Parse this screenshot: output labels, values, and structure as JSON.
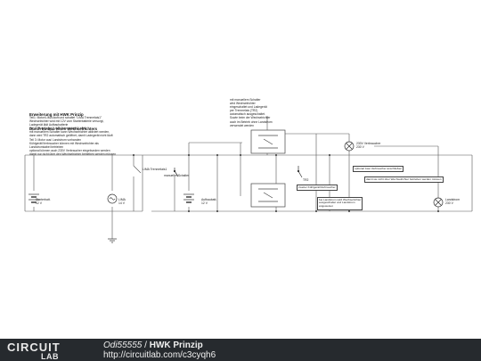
{
  "notes": {
    "title_line1": "Erweiterung mit HWK Prinzip",
    "title_line2": "Durch Einbau eines Wechselrichters",
    "description": "Teil1: Motor/LIMA läuft und schaltet \"LIMA Trennrelais1\"\nWechselrichter wird mit 12V vom Starterbatterie versorgt,\nLadegerät lädt Aufbaubatterie\nTeil 2: Motor aus/ \"LIMA Trennrelais 1\" offen\nmit manuellem Schalter kann Wechselrichter aktiviert werden,\ndann wird TR2 automatisch geöffnet, damit Ladegerät nicht läuft\nTeil 3: Motor aus/ Landstrom vorhanden\nKühlgerät/Verbraucher können mit Wechselrichter als\nLandstromkabel betrieben\noptional können auch 230V Verbraucher eingebunden werden\ndamit nur nicht über den Wechselrichter betrieben werden müssen",
    "relay_note": "mit manuellem Schalter\nwird Wechselrichter\neingeschaltet und Ladegerät\nper Trennrelais (TR2)\nautomatisch ausgeschaltet.\nSowie beim der Wechselrichter\nauch im Betrieb ohne Landstrom\nverwendet werden"
  },
  "components": {
    "starter_battery": "Starterbatt.\n12 V",
    "lima": "LIMA\n14 V",
    "lima_relay": "LIMA Trennrelais1",
    "manual_switch": "manueller Schalter",
    "aux_battery": "Aufbaubatt.\n12 V",
    "tr2": "TR2",
    "inverter_lamp": "230V Verbraucher\n230 V",
    "shore_lamp": "Landstrom\n230 V"
  },
  "callouts": {
    "charger": "zweiter Kühlgerät/Verbraucher",
    "optional": "optional zwei Verbraucher anschließen",
    "inverter_only": "damit sie nicht über Wechselrichter betrieben werden müssen",
    "shore_note": "bei Landstrom wird Wechselrichter\nausgeschaltet und Landstrom\nangeweiset"
  },
  "footer": {
    "logo_top": "CIRCUIT",
    "logo_bottom": "LAB",
    "author": "Odi55555",
    "separator": " / ",
    "circuit_title": "HWK Prinzip",
    "url": "http://circuitlab.com/c3cyqh6"
  },
  "colors": {
    "wire": "#555555",
    "footer_bg": "#262a2e"
  }
}
